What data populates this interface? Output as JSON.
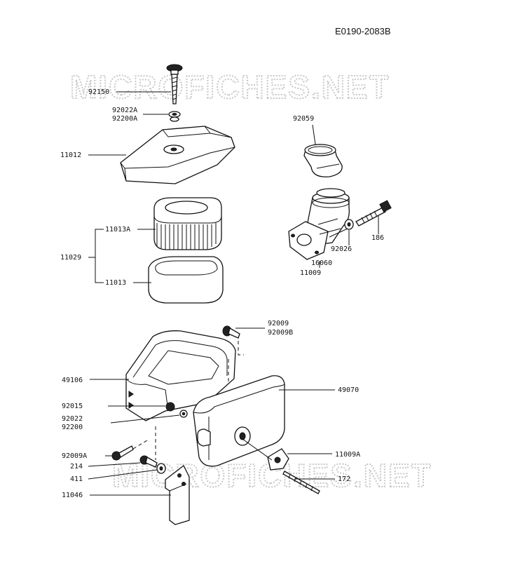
{
  "diagram_code": "E0190-2083B",
  "watermark": "MICROFICHES.NET",
  "parts": {
    "p92150": "92150",
    "p92022A": "92022A",
    "p92200A": "92200A",
    "p11012": "11012",
    "p11013A": "11013A",
    "p11029": "11029",
    "p11013": "11013",
    "p92059": "92059",
    "p92026": "92026",
    "p16060": "16060",
    "p11009": "11009",
    "p186": "186",
    "p92009": "92009",
    "p92009B": "92009B",
    "p49106": "49106",
    "p49070": "49070",
    "p92015": "92015",
    "p92022": "92022",
    "p92200": "92200",
    "p92009A": "92009A",
    "p214": "214",
    "p411": "411",
    "p11046": "11046",
    "p11009A": "11009A",
    "p172": "172"
  }
}
